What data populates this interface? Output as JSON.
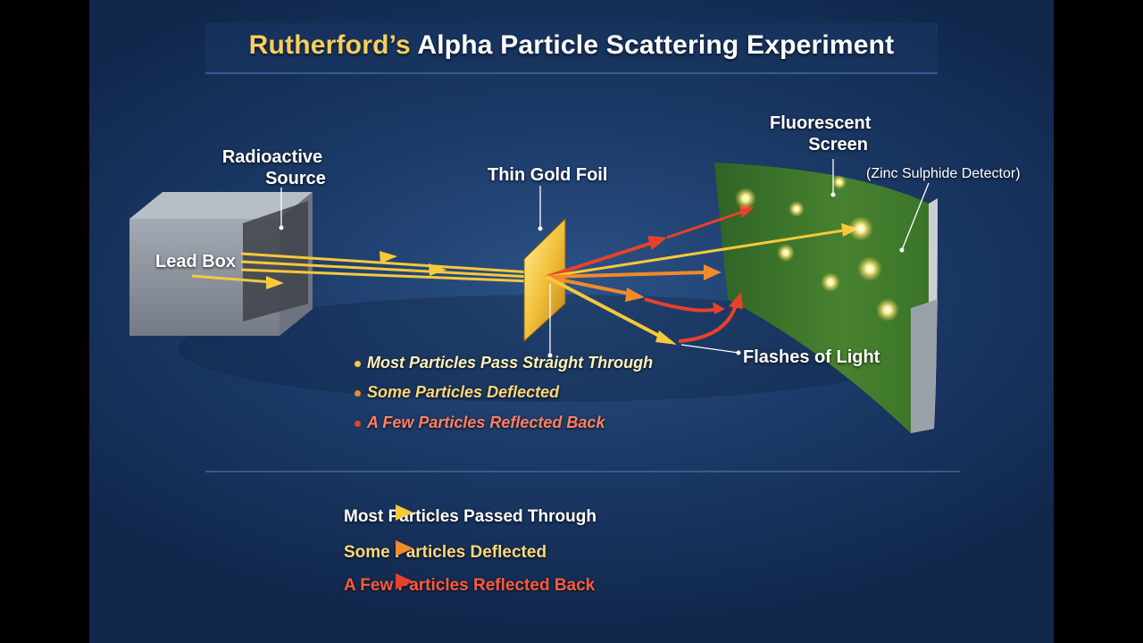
{
  "title": {
    "prefix": "Rutherford’s",
    "rest": " Alpha Particle Scattering Experiment"
  },
  "labels": {
    "radioactive_source": [
      "Radioactive",
      "Source"
    ],
    "lead_box": "Lead Box",
    "gold_foil": "Thin Gold Foil",
    "screen": [
      "Fluorescent",
      "Screen"
    ],
    "detector": "(Zinc Sulphide Detector)",
    "flashes": "Flashes of Light"
  },
  "bullets": [
    {
      "text": "Most Particles Pass Straight Through",
      "color": "#fff1b8",
      "dot": "#f7c93a"
    },
    {
      "text": "Some Particles Deflected",
      "color": "#ffd77a",
      "dot": "#f08a2a"
    },
    {
      "text": "A Few Particles Reflected Back",
      "color": "#ff8060",
      "dot": "#e8412a"
    }
  ],
  "legend": [
    {
      "text": "Most Particles Passed Through",
      "color": "#ffffff",
      "arrow": "#f7c93a"
    },
    {
      "text": "Some Particles Deflected",
      "color": "#ffd77a",
      "arrow": "#f08a2a"
    },
    {
      "text": "A Few Particles Reflected Back",
      "color": "#ff5a3a",
      "arrow": "#e8412a"
    }
  ],
  "colors": {
    "yellow": "#f7c93a",
    "orange": "#f08a2a",
    "red": "#e8412a",
    "screen": "#3f7a2e",
    "lead": "#8f96a0"
  }
}
